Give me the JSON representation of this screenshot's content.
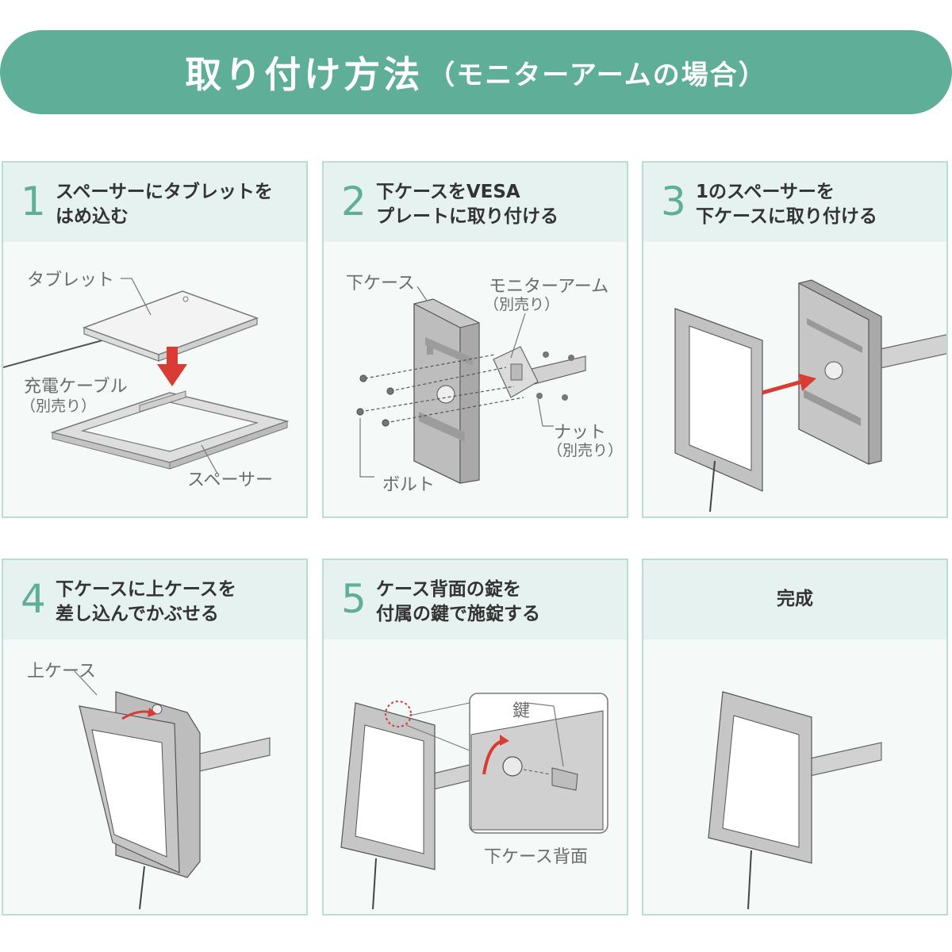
{
  "header": {
    "title": "取り付け方法",
    "subtitle": "（モニターアームの場合）"
  },
  "colors": {
    "accent": "#5fae98",
    "panel_border": "#b9ddd5",
    "arrow_red": "#d83c33",
    "part_gray": "#bdbdbd"
  },
  "steps": [
    {
      "number": "1",
      "title_lines": [
        "スペーサーにタブレットを",
        "はめ込む"
      ],
      "labels": {
        "tablet": "タブレット",
        "cable": "充電ケーブル",
        "cable_note": "（別売り）",
        "spacer": "スペーサー"
      }
    },
    {
      "number": "2",
      "title_lines": [
        "下ケースをVESA",
        "プレートに取り付ける"
      ],
      "labels": {
        "lower_case": "下ケース",
        "monitor_arm": "モニターアーム",
        "monitor_arm_note": "（別売り）",
        "nut": "ナット",
        "nut_note": "（別売り）",
        "bolt": "ボルト"
      }
    },
    {
      "number": "3",
      "title_lines": [
        "1のスペーサーを",
        "下ケースに取り付ける"
      ]
    },
    {
      "number": "4",
      "title_lines": [
        "下ケースに上ケースを",
        "差し込んでかぶせる"
      ],
      "labels": {
        "upper_case": "上ケース"
      }
    },
    {
      "number": "5",
      "title_lines": [
        "ケース背面の錠を",
        "付属の鍵で施錠する"
      ],
      "labels": {
        "key": "鍵",
        "back": "下ケース背面"
      }
    },
    {
      "title": "完成"
    }
  ]
}
